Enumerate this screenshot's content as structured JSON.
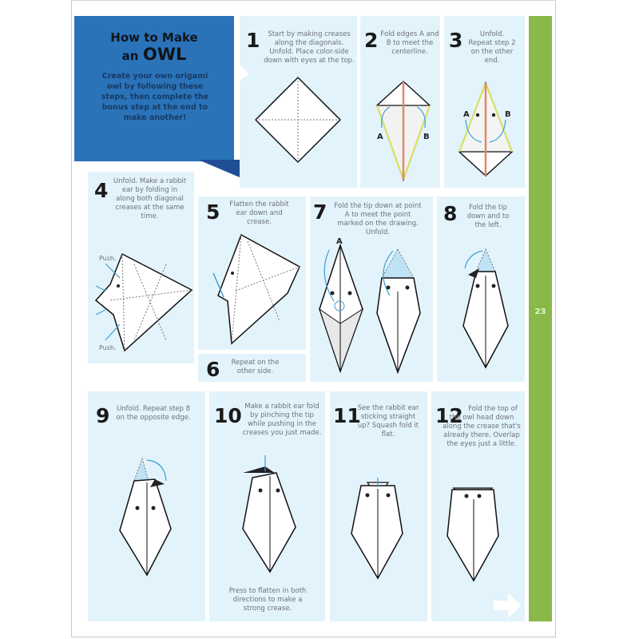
{
  "intro": {
    "title_line1": "How to Make",
    "title_line2_prefix": "an",
    "title_line2_emphasis": "OWL",
    "description": "Create your own origami owl by following these steps, then complete the bonus step at the end to make another!"
  },
  "steps": [
    {
      "number": "1",
      "text": "Start by making creases along the diagonals. Unfold. Place color-side down with eyes at the top."
    },
    {
      "number": "2",
      "text": "Fold edges A and B to meet the centerline.",
      "labels": [
        "A",
        "B"
      ]
    },
    {
      "number": "3",
      "text": "Unfold. Repeat step 2 on the other end.",
      "labels": [
        "A",
        "B"
      ]
    },
    {
      "number": "4",
      "text": "Unfold. Make a rabbit ear by folding in along both diagonal creases at the same time.",
      "labels": [
        "Push.",
        "Push."
      ]
    },
    {
      "number": "5",
      "text": "Flatten the rabbit ear down and crease."
    },
    {
      "number": "6",
      "text": "Repeat on the other side."
    },
    {
      "number": "7",
      "text": "Fold the tip down at point A to meet the point marked on the drawing. Unfold.",
      "labels": [
        "A"
      ]
    },
    {
      "number": "8",
      "text": "Fold the tip down and to the left."
    },
    {
      "number": "9",
      "text": "Unfold. Repeat step 8 on the opposite edge."
    },
    {
      "number": "10",
      "text": "Make a rabbit ear fold by pinching the tip while pushing in the creases you just made.",
      "note": "Press to flatten in both directions to make a strong crease."
    },
    {
      "number": "11",
      "text": "See the rabbit ear sticking straight up? Squash fold it flat."
    },
    {
      "number": "12",
      "text": "Fold the top of the owl head down along the crease that's already there. Overlap the eyes just a little."
    }
  ],
  "sidebar": {
    "page_number": "23",
    "next_icon": "arrow-right-icon"
  },
  "colors": {
    "intro_blue": "#2a73b9",
    "panel_bg": "#e3f3fb",
    "sidebar_green": "#88b949",
    "arrow_blue": "#3aa0d6",
    "crease_orange": "#e0876d",
    "edge_yellow": "#d6e05a"
  }
}
